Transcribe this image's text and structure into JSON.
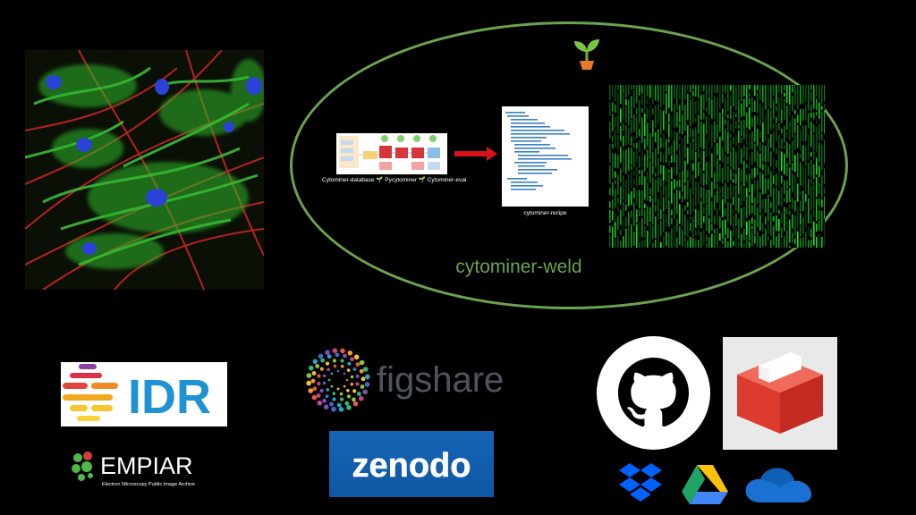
{
  "ellipse": {
    "pipeline_caption": "Cytominer-database 🌱 Pycytominer 🌱 Cytominer-eval",
    "recipe_caption": "cytominer-recipe",
    "label": "cytominer-weld"
  },
  "logos": {
    "idr": "IDR",
    "empiar_title": "EMPIAR",
    "empiar_subtitle": "Electron Microscopy Public Image Archive",
    "figshare": "figshare",
    "zenodo": "zenodo"
  },
  "icons": [
    "cell-microscopy-image",
    "seedling-icon",
    "arrow-icon",
    "matrix-code-image",
    "github-icon",
    "package-box-icon",
    "dropbox-icon",
    "google-drive-icon",
    "onedrive-icon"
  ],
  "colors": {
    "accent": "#6ba34e",
    "arrow": "#d8141a",
    "idr_blue": "#1d93d3",
    "zenodo_blue": "#1564b4",
    "figshare_gray": "#4e5561"
  }
}
